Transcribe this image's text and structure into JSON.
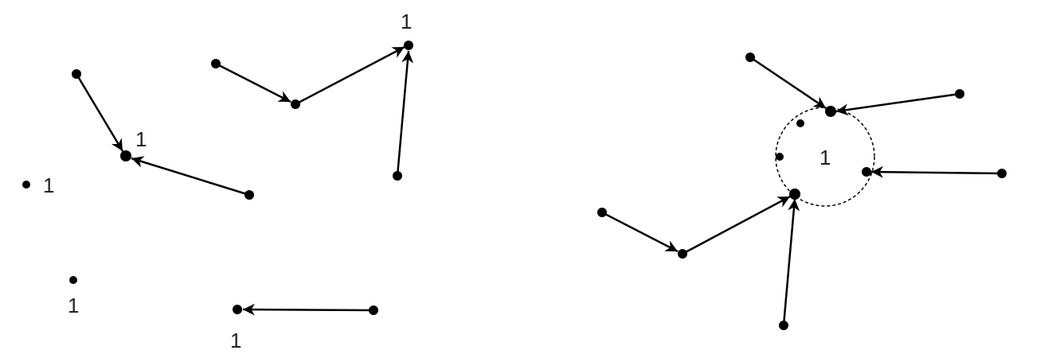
{
  "colors": {
    "stroke": "#000000",
    "label": "#222222",
    "background": "#ffffff"
  },
  "left_diagram": {
    "labels": [
      "1",
      "1",
      "1",
      "1",
      "1"
    ]
  },
  "right_diagram": {
    "cluster_label": "1"
  }
}
